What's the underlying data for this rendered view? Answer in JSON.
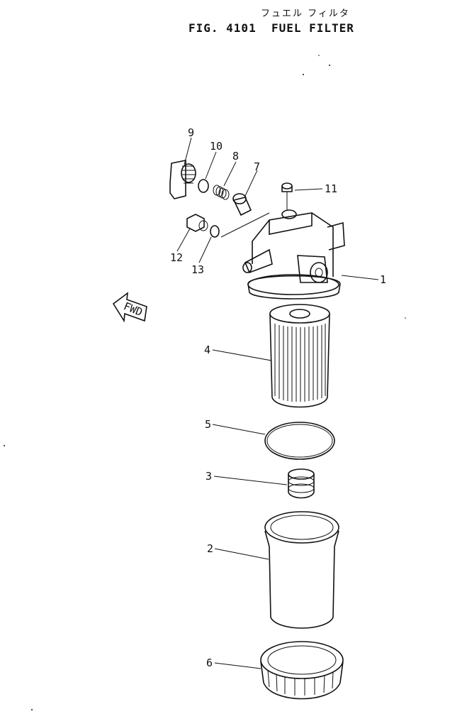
{
  "header": {
    "title_jp": "フュエル フィルタ",
    "figure": "FIG. 4101",
    "title": "FUEL FILTER"
  },
  "fwd_label": "FWD",
  "callouts": [
    {
      "number": "1",
      "part": "filter-head"
    },
    {
      "number": "2",
      "part": "filter-bowl"
    },
    {
      "number": "3",
      "part": "spring"
    },
    {
      "number": "4",
      "part": "filter-element"
    },
    {
      "number": "5",
      "part": "o-ring"
    },
    {
      "number": "6",
      "part": "ring-nut"
    },
    {
      "number": "7",
      "part": "sleeve"
    },
    {
      "number": "8",
      "part": "spring-small"
    },
    {
      "number": "9",
      "part": "lever-cock"
    },
    {
      "number": "10",
      "part": "o-ring-small"
    },
    {
      "number": "11",
      "part": "air-bleed-screw"
    },
    {
      "number": "12",
      "part": "plug"
    },
    {
      "number": "13",
      "part": "washer"
    }
  ]
}
